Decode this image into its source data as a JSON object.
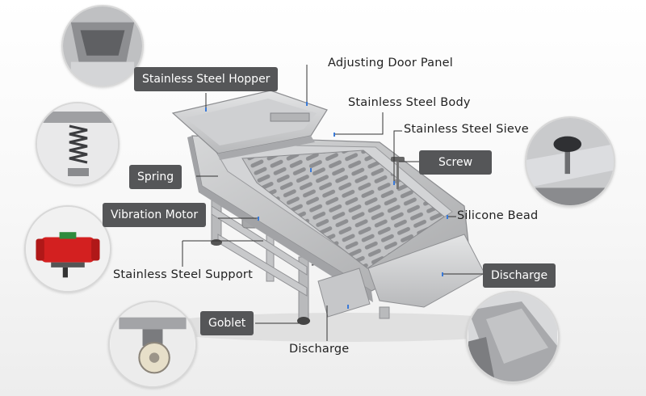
{
  "labels": {
    "hopper": "Stainless Steel Hopper",
    "door_panel": "Adjusting Door Panel",
    "body": "Stainless Steel Body",
    "sieve": "Stainless Steel Sieve",
    "screw": "Screw",
    "spring": "Spring",
    "vibration_motor": "Vibration Motor",
    "silicone_bead": "Silicone Bead",
    "support": "Stainless Steel Support",
    "discharge_right": "Discharge",
    "goblet": "Goblet",
    "discharge_bottom": "Discharge"
  },
  "insets": [
    {
      "name": "hopper-detail",
      "subject": "hopper interior"
    },
    {
      "name": "spring-detail",
      "subject": "spring"
    },
    {
      "name": "motor-detail",
      "subject": "red vibration motor"
    },
    {
      "name": "caster-detail",
      "subject": "caster wheel"
    },
    {
      "name": "screw-detail",
      "subject": "knob screw"
    },
    {
      "name": "discharge-detail",
      "subject": "discharge chute"
    }
  ],
  "colors": {
    "label_bg": "#555658",
    "leader": "#333333",
    "steel": "#c9cacb",
    "motor": "#d32020"
  }
}
